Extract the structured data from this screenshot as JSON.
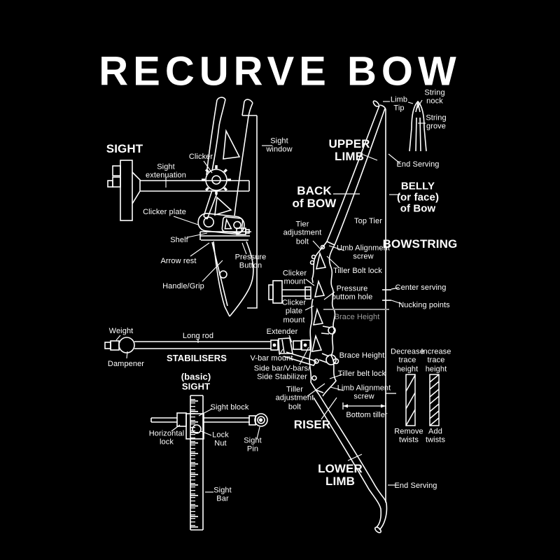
{
  "title": "RECURVE BOW",
  "colors": {
    "background": "#000000",
    "line": "#ffffff",
    "muted": "#9e9e9e"
  },
  "sight_detail": {
    "heading": "SIGHT",
    "labels": {
      "sight_extenuation": "Sight\nextenuation",
      "clicker": "Clicker",
      "clicker_plate": "Clicker plate",
      "shelf": "Shelf",
      "arrow_rest": "Arrow rest",
      "handle_grip": "Handle/Grip",
      "pressure_button": "Pressure\nButton",
      "sight_window": "Sight\nwindow"
    }
  },
  "bow_side": {
    "upper_limb": "UPPER\nLIMB",
    "back_of_bow": "BACK\nof BOW",
    "belly_of_bow": "BELLY\n(or face)\nof Bow",
    "limb_tip": "Limb\nTip",
    "string_nock": "String\nnock",
    "string_grove": "String\ngrove",
    "end_serving_top": "End Serving",
    "top_tier": "Top Tier",
    "tier_adjustment_bolt": "Tier\nadjustment\nbolt",
    "umb_alignment_screw": "Umb Alignment\nscrew",
    "tiller_bolt_lock": "Tiller Bolt lock",
    "bowstring": "BOWSTRING",
    "clicker_mount": "Clicker\nmount",
    "pressure_buttom_hole": "Pressure\nbuttom hole",
    "center_serving": "Center serving",
    "nucking_points": "Nucking points",
    "clicker_plate_mount": "Clicker\nplate\nmount",
    "brace_height_upper": "Brace Height",
    "brace_height_lower": "Brace Height",
    "tiller_belt_lock": "Tiller belt lock",
    "limb_alignment_screw": "Limb Alignment\nscrew",
    "tiller_adjustment_bolt": "Tiller\nadjustment\nbolt",
    "bottom_tiller": "Bottom tiller",
    "riser": "RISER",
    "lower_limb": "LOWER\nLIMB",
    "end_serving_bottom": "End Serving"
  },
  "twists": {
    "decrease": "Decrease\ntrace\nheight",
    "increase": "Increase\ntrace\nheight",
    "remove": "Remove\ntwists",
    "add": "Add\ntwists"
  },
  "stabilisers": {
    "heading": "STABILISERS",
    "weight": "Weight",
    "long_rod": "Long rod",
    "extender": "Extender",
    "dampener": "Dampener",
    "v_bar_mount": "V-bar mount",
    "side_bar": "Side bar/V-bars/\nSide Stabilizer"
  },
  "basic_sight": {
    "heading": "(basic)\nSIGHT",
    "sight_block": "Sight block",
    "horizontal_lock": "Horizontal\nlock",
    "lock_nut": "Lock\nNut",
    "sight_pin": "Sight\nPin",
    "sight_bar": "Sight\nBar"
  }
}
